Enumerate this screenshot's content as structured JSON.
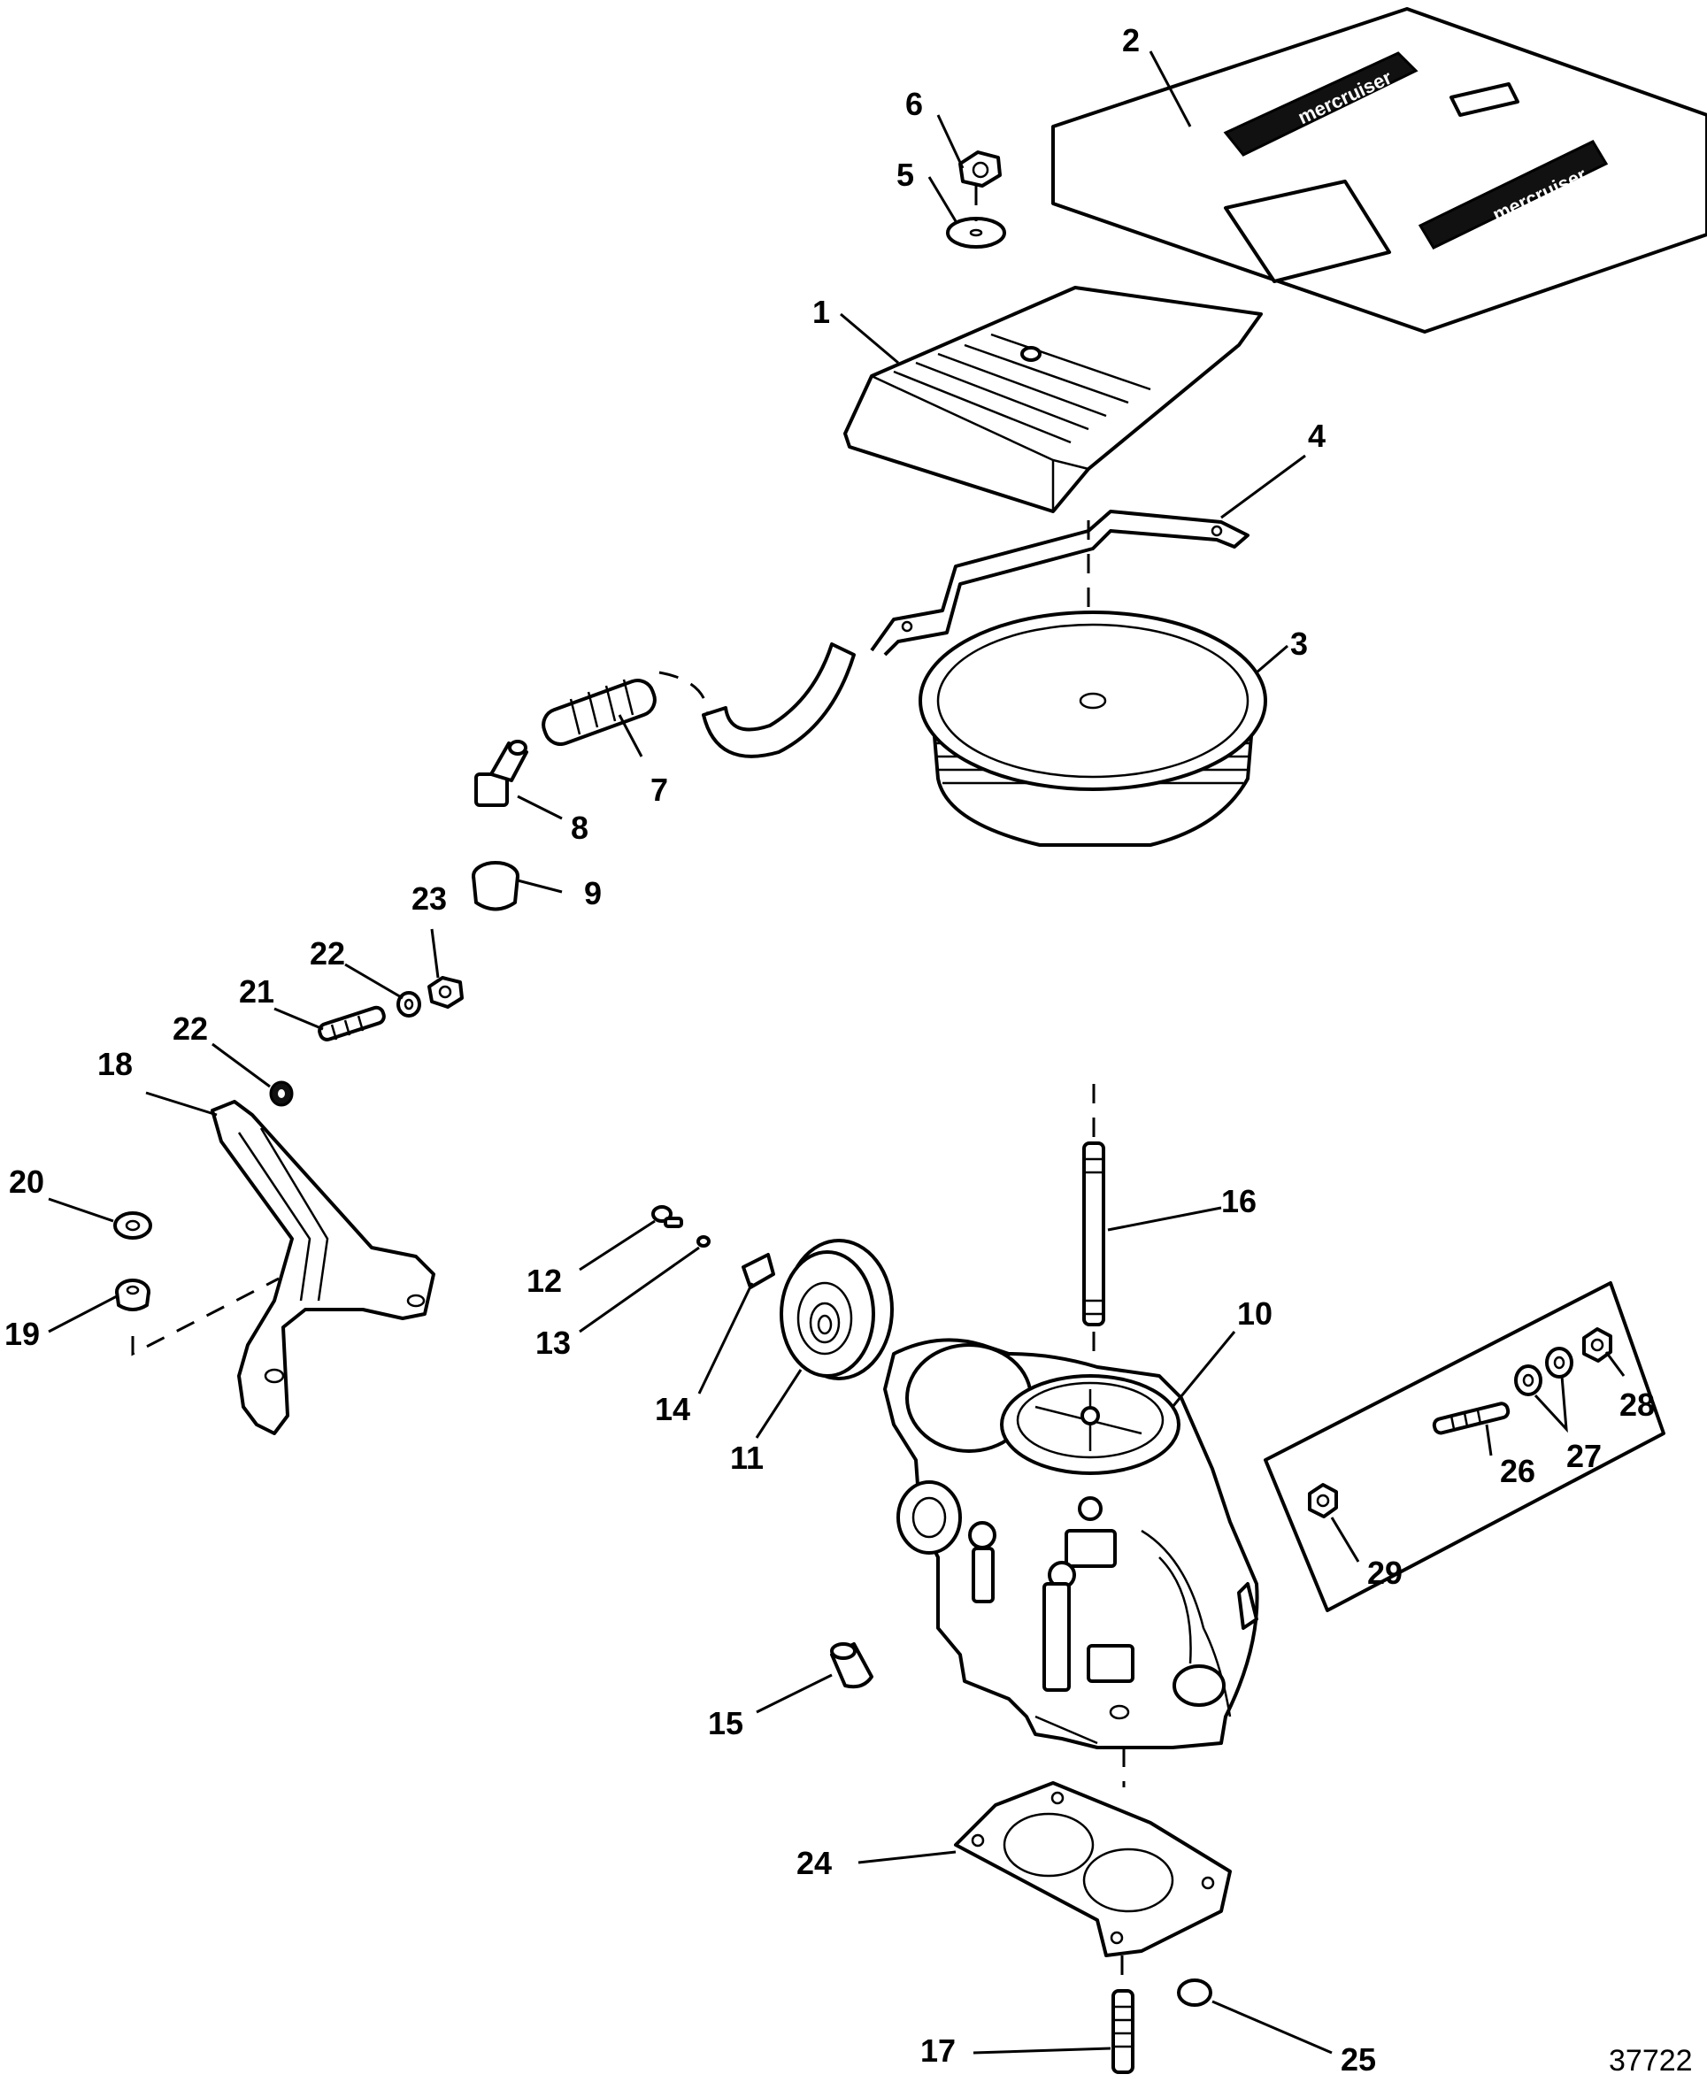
{
  "figure_number": "37722",
  "callouts": [
    "1",
    "2",
    "3",
    "4",
    "5",
    "6",
    "7",
    "8",
    "9",
    "10",
    "11",
    "12",
    "13",
    "14",
    "15",
    "16",
    "17",
    "18",
    "19",
    "20",
    "21",
    "22",
    "22",
    "23",
    "24",
    "25",
    "26",
    "27",
    "28",
    "29"
  ],
  "decal_text": "mercruiser",
  "line_color": "#000000",
  "background_color": "#ffffff"
}
